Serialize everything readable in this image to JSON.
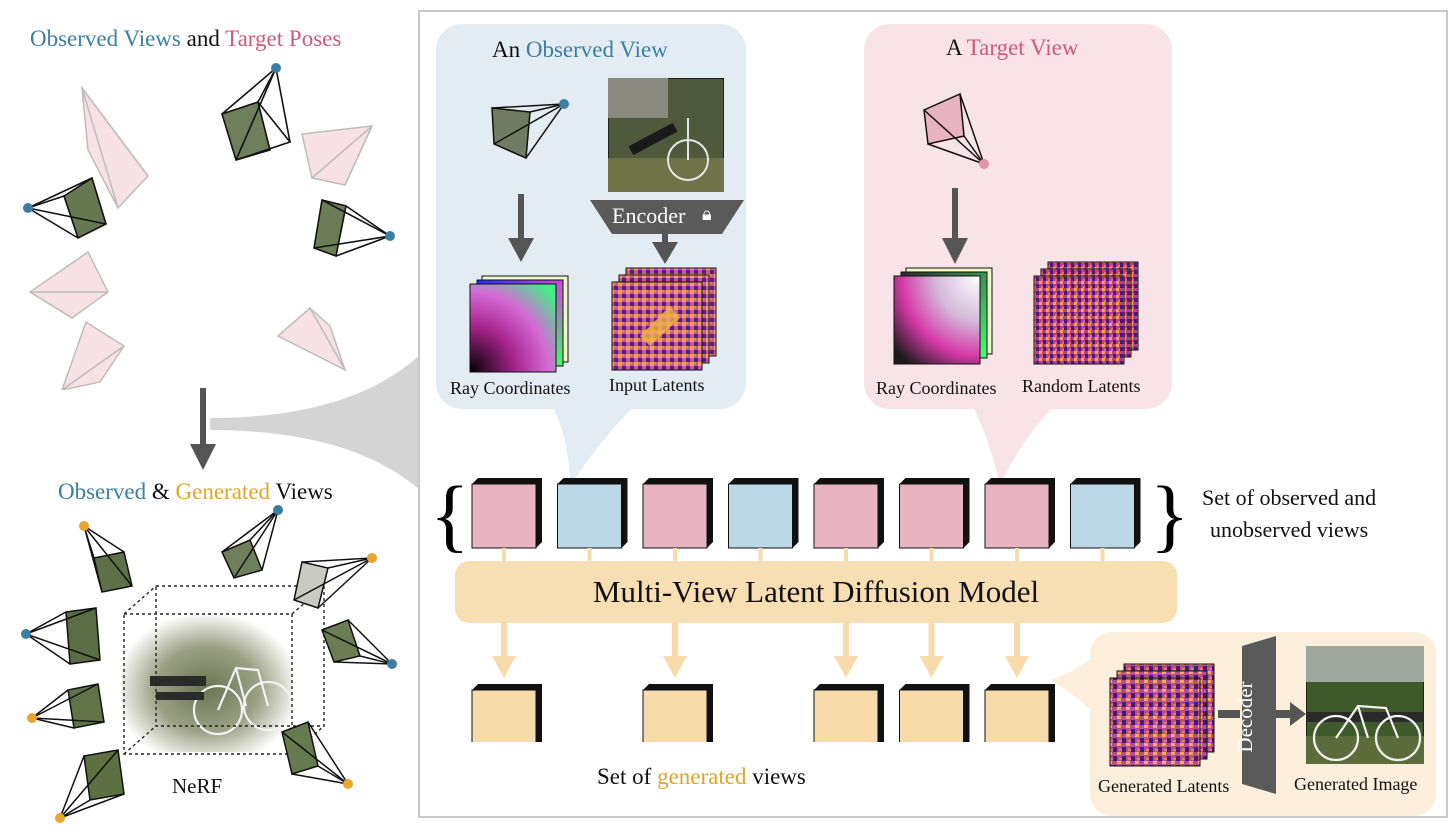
{
  "left": {
    "top_title": {
      "part1": "Observed Views",
      "part2": " and ",
      "part3": "Target Poses"
    },
    "bottom_title": {
      "part1": "Observed",
      "part2": " & ",
      "part3": "Generated",
      "part4": " Views"
    },
    "nerf_label": "NeRF"
  },
  "observed_panel": {
    "title_prefix": "An ",
    "title_colored": "Observed View",
    "encoder_label": "Encoder",
    "ray_label": "Ray Coordinates",
    "latent_label": "Input Latents"
  },
  "target_panel": {
    "title_prefix": "A ",
    "title_colored": "Target View",
    "ray_label": "Ray Coordinates",
    "latent_label": "Random Latents"
  },
  "views_set_label": {
    "line1": "Set of observed and",
    "line2": "unobserved views"
  },
  "model_label": "Multi-View Latent Diffusion Model",
  "generated_set_label": {
    "prefix": "Set of ",
    "colored": "generated",
    "suffix": " views"
  },
  "generated_panel": {
    "decoder_label": "Decoder",
    "latents_label": "Generated Latents",
    "image_label": "Generated Image"
  },
  "view_sequence": [
    "target",
    "observed",
    "target",
    "observed",
    "target",
    "target",
    "target",
    "observed"
  ],
  "generated_slots": [
    true,
    false,
    true,
    false,
    true,
    true,
    true,
    false
  ],
  "colors": {
    "observed_blue": "#3a7ea1",
    "target_pink": "#cc5a78",
    "generated_gold": "#e0a526",
    "cube_pink": "#e9b4c1",
    "cube_blue": "#bcd8e6",
    "cube_gold": "#f7dbab",
    "model_bar": "#f7dfb3"
  }
}
